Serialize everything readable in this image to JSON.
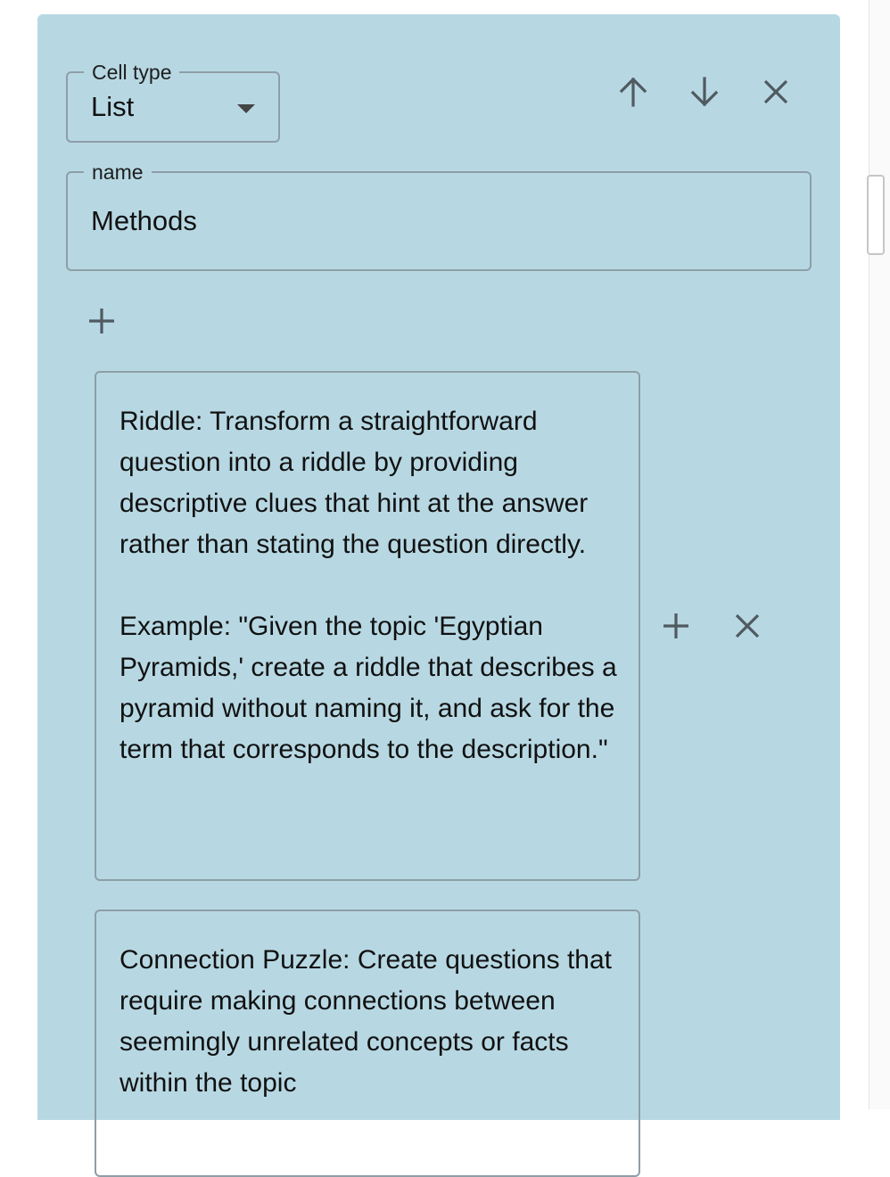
{
  "cell_type_field": {
    "legend": "Cell type",
    "value": "List"
  },
  "name_field": {
    "legend": "name",
    "value": "Methods"
  },
  "list_items": [
    {
      "text": "Riddle: Transform a straightforward question into a riddle by providing descriptive clues that hint at the answer rather than stating the question directly.\n\nExample: \"Given the topic 'Egyptian Pyramids,' create a riddle that describes a pyramid without naming it, and ask for the term that corresponds to the description.\""
    },
    {
      "text": "Connection Puzzle: Create questions that require making connections between seemingly unrelated concepts or facts within the topic"
    }
  ],
  "icons": {
    "move_up": "arrow-up-icon",
    "move_down": "arrow-down-icon",
    "delete": "close-icon",
    "add": "plus-icon"
  },
  "colors": {
    "panel_background": "#b7d8e3",
    "field_border": "#8e9ea7",
    "icon": "#505a60"
  }
}
